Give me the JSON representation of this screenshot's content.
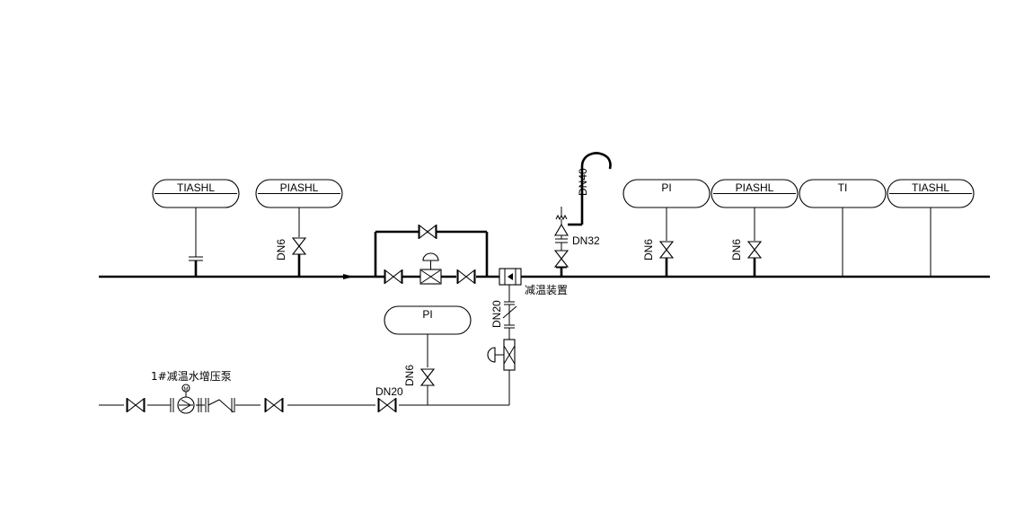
{
  "instruments": {
    "main_1": "TIASHL",
    "main_2": "PIASHL",
    "main_3": "PI",
    "main_4": "PIASHL",
    "main_5": "TI",
    "main_6": "TIASHL",
    "water_pi": "PI"
  },
  "sizes": {
    "dn6_main_2": "DN6",
    "dn6_main_3": "DN6",
    "dn6_main_4": "DN6",
    "dn40_vent": "DN40",
    "dn32_vent": "DN32",
    "dn20_riser": "DN20",
    "dn20_water": "DN20",
    "dn6_water": "DN6"
  },
  "labels": {
    "desuperheater": "减温装置",
    "pump": "1#减温水增压泵"
  }
}
